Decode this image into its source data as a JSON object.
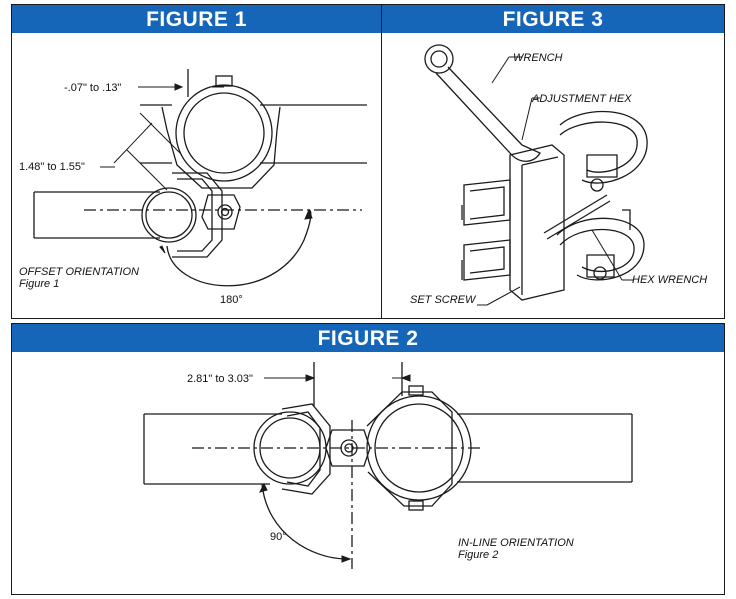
{
  "figure1": {
    "header": "FIGURE 1",
    "dim_top": "-.07\" to .13\"",
    "dim_diag": "1.48\" to 1.55\"",
    "angle": "180°",
    "caption_title": "OFFSET ORIENTATION",
    "caption_sub": "Figure 1"
  },
  "figure3": {
    "header": "FIGURE 3",
    "callouts": {
      "wrench": "WRENCH",
      "adjustment_hex": "ADJUSTMENT HEX",
      "hex_wrench": "HEX WRENCH",
      "set_screw": "SET SCREW"
    }
  },
  "figure2": {
    "header": "FIGURE 2",
    "dim_top": "2.81\" to 3.03\"",
    "angle": "90°",
    "caption_title": "IN-LINE ORIENTATION",
    "caption_sub": "Figure 2"
  },
  "colors": {
    "header_bg": "#1565b8",
    "header_text": "#ffffff",
    "line": "#1b1b1b"
  }
}
